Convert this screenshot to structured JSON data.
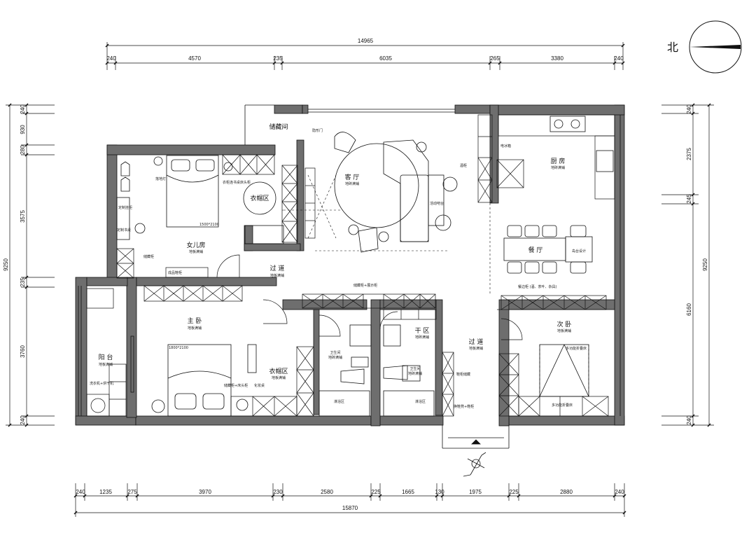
{
  "north_label": "北",
  "dimensions": {
    "top_total": "14965",
    "top": [
      "240",
      "4570",
      "235",
      "6035",
      "265",
      "3380",
      "240"
    ],
    "bottom_total": "15870",
    "bottom": [
      "240",
      "1235",
      "275",
      "3970",
      "230",
      "2580",
      "225",
      "1665",
      "130",
      "1975",
      "225",
      "2880",
      "240"
    ],
    "left_total": "9250",
    "left": [
      "240",
      "930",
      "280",
      "3575",
      "235",
      "3760",
      "240"
    ],
    "right_total": "9250",
    "right": [
      "240",
      "2375",
      "245",
      "6160",
      "240"
    ]
  },
  "rooms": {
    "storage": "储藏间",
    "living": "客 厅",
    "living_sub": "地砖满铺",
    "kitchen": "厨 房",
    "kitchen_sub": "地砖满铺",
    "daughter": "女儿房",
    "daughter_sub": "地板满铺",
    "wardrobe1": "衣帽区",
    "dining": "餐 厅",
    "island": "岛台设计",
    "corridor1": "过 道",
    "corridor1_sub": "地板满铺",
    "master": "主 卧",
    "master_sub": "地板满铺",
    "balcony": "阳 台",
    "balcony_sub": "地板满铺",
    "wardrobe2": "衣帽区",
    "wardrobe2_sub": "地板满铺",
    "bath1": "卫生间",
    "bath1_sub": "地砖满铺",
    "dry": "干 区",
    "dry_sub": "地砖满铺",
    "bath2": "卫生间",
    "bath2_sub": "地砖满铺",
    "corridor2": "过 道",
    "corridor2_sub": "地板满铺",
    "second": "次 卧",
    "second_sub": "地板满铺"
  },
  "labels": {
    "hidden_door": "隐形门",
    "floor_lamp": "落地灯",
    "custom_wardrobe": "衣柜连书桌床头柜",
    "bed_size_1": "1500*2100",
    "bed_size_2": "1800*2100",
    "custom_hanger": "定制挂柜",
    "custom_desk": "定制书桌",
    "storage_cab": "储藏柜",
    "finished_shoe": "成品鞋柜",
    "wine_cab": "酒柜",
    "movable_bar": "活动吧台",
    "fridge": "电冰箱",
    "sideboard": "餐边柜 (酒、茶叶、杂具)",
    "storage_display": "储藏柜+展示柜",
    "washer_dryer": "洗衣机+烘干机",
    "storage_bedside": "储藏柜+床头柜",
    "dresser": "化妆桌",
    "shoe_storage": "鞋柜储藏",
    "shoe_bench": "换鞋凳+鞋柜",
    "foldable_bed_1": "多功能折叠床",
    "foldable_bed_2": "多功能折叠床",
    "shower_1": "淋浴区",
    "shower_2": "淋浴区"
  }
}
